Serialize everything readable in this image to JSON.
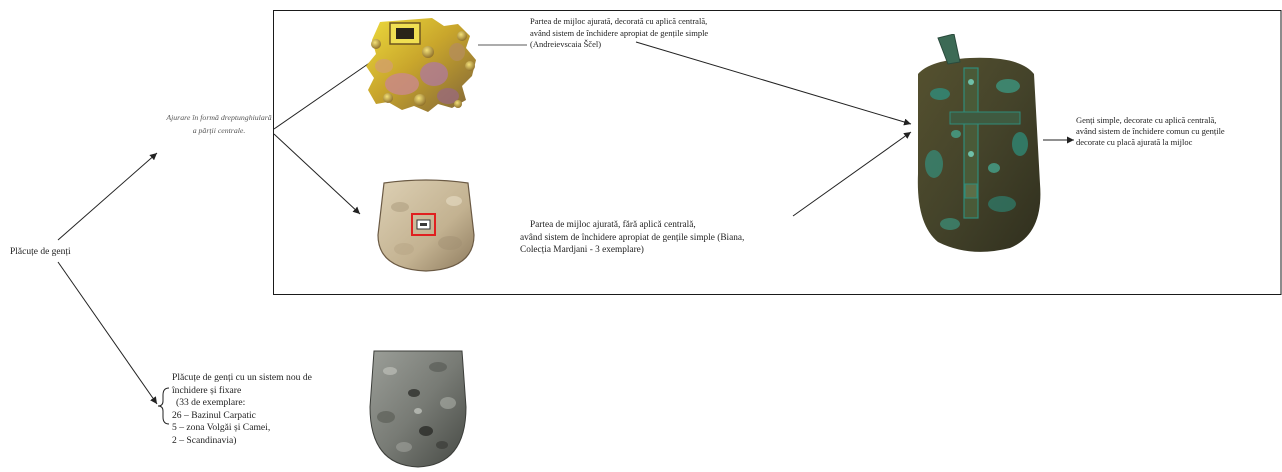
{
  "diagram": {
    "root_label": "Plăcuțe de genți",
    "branch_top": {
      "lines": [
        "Ajurare în formă dreptunghiulară",
        "a părții centrale."
      ]
    },
    "item_decorated": {
      "lines": [
        "Partea de mijloc ajurată, decorată cu aplică centrală,",
        "având sistem de închidere apropiat de gențile simple",
        "(Andreievscaia Ščel)"
      ]
    },
    "item_plain": {
      "lines": [
        "Partea de mijloc ajurată, fără aplică centrală,",
        "având sistem de închidere apropiat de gențile simple (Biana,",
        "Colecția Mardjani - 3 exemplare)"
      ]
    },
    "result": {
      "lines": [
        "Genți simple, decorate cu aplică centrală,",
        "având sistem de închidere comun cu gențile",
        "decorate cu placă ajurată la mijloc"
      ]
    },
    "branch_bottom": {
      "lines": [
        "Plăcuțe de genți cu un sistem nou de",
        "închidere și fixare",
        "(33 de exemplare:",
        "26 – Bazinul Carpatic",
        "5 – zona Volgăi și Camei,",
        "2 – Scandinavia)"
      ]
    }
  },
  "colors": {
    "background": "#ffffff",
    "connector_line": "#222222",
    "box_border": "#1a1a1a",
    "italic_text": "#555555",
    "highlight_square": "#e02020"
  }
}
